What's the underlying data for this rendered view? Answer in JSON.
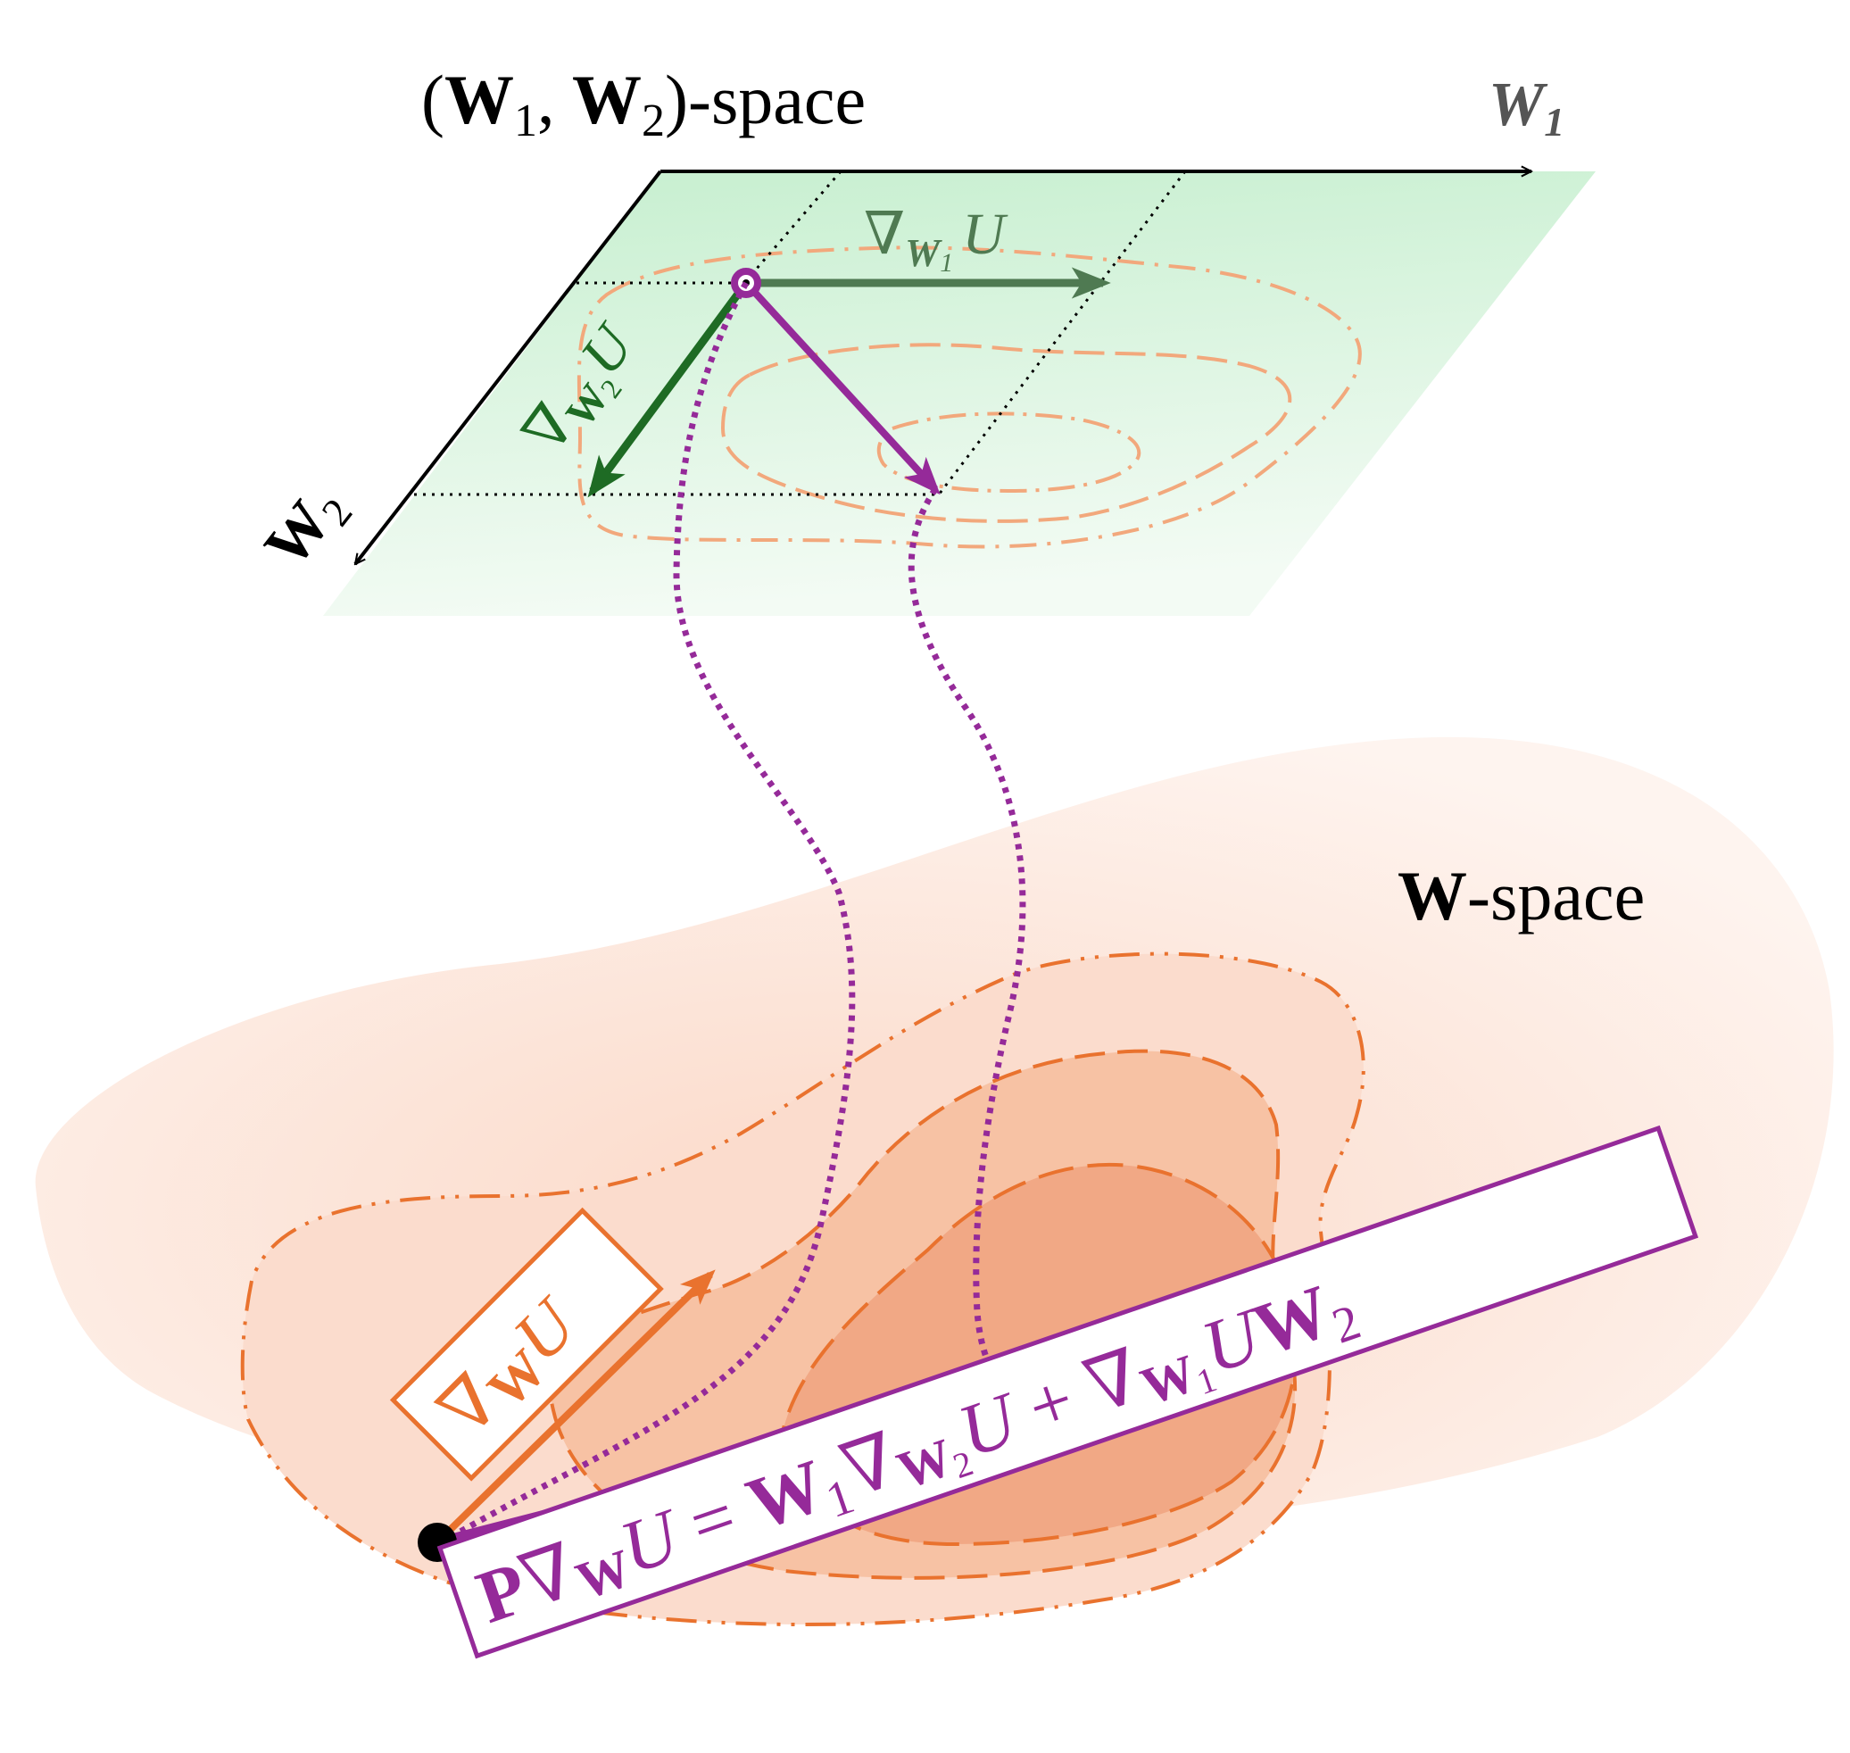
{
  "labels": {
    "top_title": "(W₁, W₂)-space",
    "top_title_sym": "W",
    "top_title_suffix": "-space",
    "axis_w1": "W",
    "axis_w1_sub": "1",
    "axis_w2": "W",
    "axis_w2_sub": "2",
    "grad_w1_main": "∇",
    "grad_w1_w": "W",
    "grad_w1_sub": "1",
    "grad_w1_u": "U",
    "grad_w2_main": "∇",
    "grad_w2_w": "W",
    "grad_w2_sub": "2",
    "grad_w2_u": "U",
    "bottom_title_sym": "W",
    "bottom_title_suffix": "-space",
    "grad_w_box": "∇WU",
    "grad_w_nabla": "∇",
    "grad_w_w": "W",
    "grad_w_u": "U",
    "projected_formula": "P∇WU = W₁∇W₂U + ∇W₁UW₂",
    "pf_P": "P",
    "pf_nabla1": "∇",
    "pf_w1": "W",
    "pf_u1": "U",
    "pf_eq": " = ",
    "pf_W1": "W",
    "pf_sub1": "1",
    "pf_nabla2": "∇",
    "pf_w2": "W",
    "pf_sub2": "2",
    "pf_u2": "U",
    "pf_plus": " + ",
    "pf_nabla3": "∇",
    "pf_w3": "W",
    "pf_sub3": "1",
    "pf_u3": "U",
    "pf_W2": "W",
    "pf_sub4": "2"
  },
  "colors": {
    "plane_green": "#c8efd0",
    "dark_green": "#1e6b24",
    "muted_green": "#4f7a52",
    "purple": "#952a99",
    "orange": "#e9722e",
    "light_orange": "#f2b08a",
    "blob_bg": "#fdeee8",
    "contour_fill_1": "#fbdccc",
    "contour_fill_2": "#f7c5a9",
    "contour_fill_3": "#f1a886"
  }
}
